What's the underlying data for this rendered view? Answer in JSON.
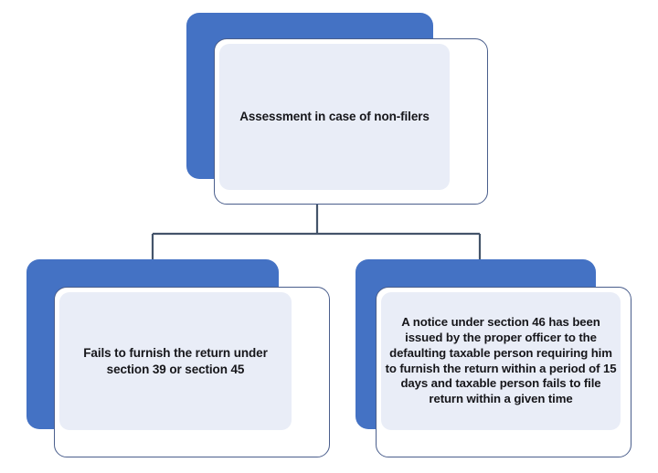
{
  "diagram": {
    "title": "Assessment in case of non-filers",
    "background_color": "#FFFFFF",
    "accent_color": "#4472C4",
    "panel_color": "#E9EDF7",
    "border_color": "#4A5E8C",
    "connector_color": "#44546A",
    "nodes": [
      {
        "id": "root",
        "role": "root",
        "label": "Assessment in case of non-filers"
      },
      {
        "id": "left-condition",
        "role": "child",
        "label": "Fails to furnish the return under section 39 or section 45"
      },
      {
        "id": "right-condition",
        "role": "child",
        "label": "A notice under section 46 has been issued by the proper officer to the defaulting taxable person requiring him to furnish the return within a period of 15 days and taxable person fails to file return within a given time"
      }
    ],
    "connectors": [
      {
        "from": "root",
        "to": "left-condition",
        "style": "elbow"
      },
      {
        "from": "root",
        "to": "right-condition",
        "style": "elbow"
      }
    ]
  }
}
